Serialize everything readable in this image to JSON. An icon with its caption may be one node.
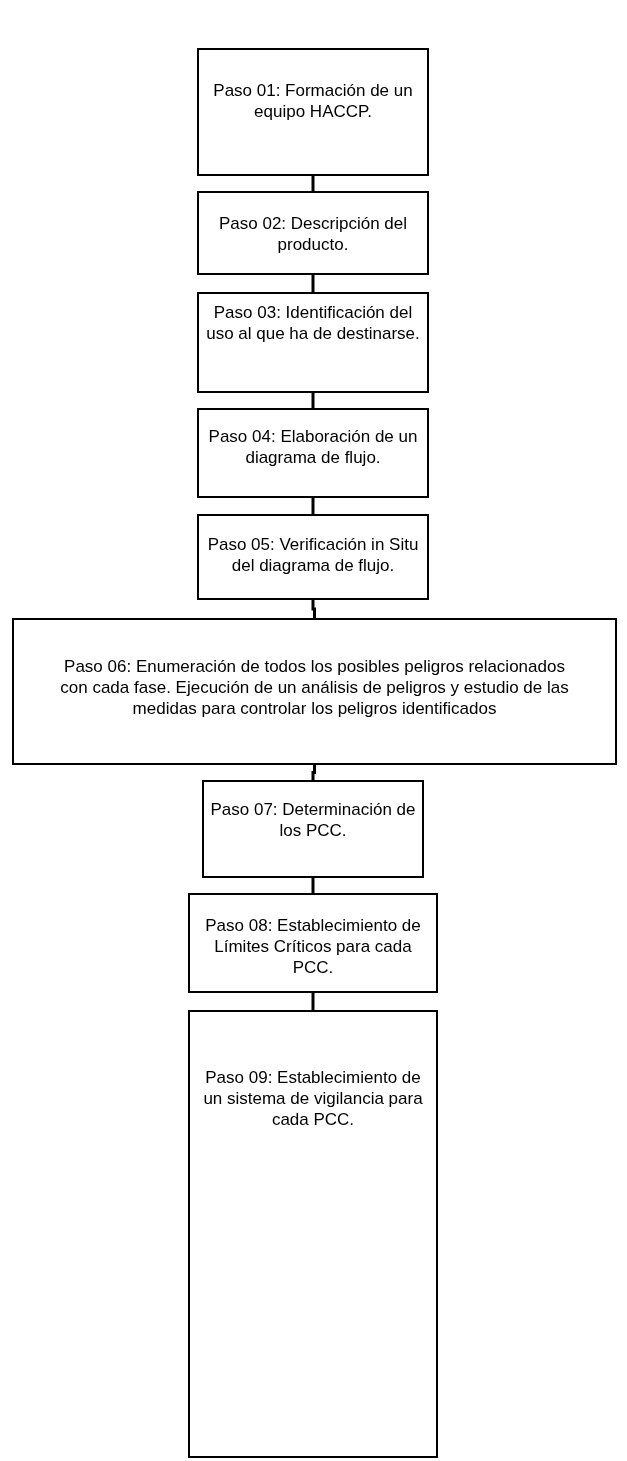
{
  "diagram": {
    "nodes": [
      {
        "text": [
          "Paso 01: Formación de un equipo HACCP."
        ]
      },
      {
        "text": [
          "Paso 02: Descripción del producto."
        ]
      },
      {
        "text": [
          "Paso 03: Identificación del uso al que ha de destinarse."
        ]
      },
      {
        "text": [
          "Paso 04: Elaboración de un diagrama de flujo."
        ]
      },
      {
        "text": [
          "Paso 05: Verificación in Situ del diagrama de flujo."
        ]
      },
      {
        "text": [
          "Paso 06: Enumeración de todos los posibles peligros relacionados con cada fase. Ejecución de un análisis de peligros y estudio de las medidas para controlar los peligros identificados"
        ]
      },
      {
        "text": [
          "Paso 07: Determinación de los PCC."
        ]
      },
      {
        "text": [
          "Paso 08: Establecimiento de Límites Críticos para cada PCC."
        ]
      },
      {
        "text": [
          "Paso 09: Establecimiento de un sistema de vigilancia para cada PCC."
        ]
      }
    ],
    "edges": [
      {
        "from": 0,
        "to": 1,
        "arrow": "none"
      },
      {
        "from": 1,
        "to": 2,
        "arrow": "none"
      },
      {
        "from": 2,
        "to": 3,
        "arrow": "none"
      },
      {
        "from": 3,
        "to": 4,
        "arrow": "none"
      },
      {
        "from": 4,
        "to": 5,
        "arrow": "none"
      },
      {
        "from": 5,
        "to": 6,
        "arrow": "none"
      },
      {
        "from": 6,
        "to": 7,
        "arrow": "none"
      },
      {
        "from": 7,
        "to": 8,
        "arrow": "none"
      }
    ]
  }
}
